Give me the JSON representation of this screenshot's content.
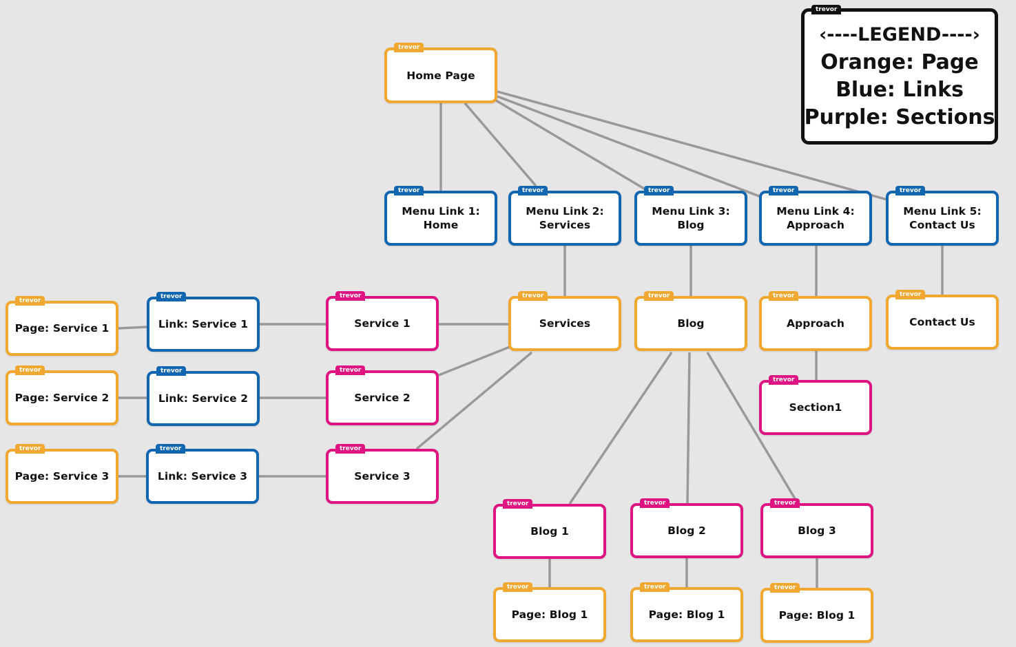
{
  "tag_label": "trevor",
  "colors": {
    "page": "#f0a830",
    "link": "#1166b1",
    "section": "#dd1481",
    "edge": "#999999",
    "background": "#e6e6e6"
  },
  "legend": {
    "title": "‹----LEGEND----›",
    "lines": [
      "Orange: Page",
      "Blue: Links",
      "Purple: Sections"
    ]
  },
  "nodes": [
    {
      "id": "home-page",
      "type": "page",
      "label": "Home Page"
    },
    {
      "id": "menu-link-1",
      "type": "link",
      "label": "Menu Link 1:\nHome"
    },
    {
      "id": "menu-link-2",
      "type": "link",
      "label": "Menu Link 2:\nServices"
    },
    {
      "id": "menu-link-3",
      "type": "link",
      "label": "Menu Link 3:\nBlog"
    },
    {
      "id": "menu-link-4",
      "type": "link",
      "label": "Menu Link 4:\nApproach"
    },
    {
      "id": "menu-link-5",
      "type": "link",
      "label": "Menu Link 5:\nContact Us"
    },
    {
      "id": "services",
      "type": "page",
      "label": "Services"
    },
    {
      "id": "blog",
      "type": "page",
      "label": "Blog"
    },
    {
      "id": "approach",
      "type": "page",
      "label": "Approach"
    },
    {
      "id": "contact-us",
      "type": "page",
      "label": "Contact Us"
    },
    {
      "id": "section1",
      "type": "section",
      "label": "Section1"
    },
    {
      "id": "service-1",
      "type": "section",
      "label": "Service 1"
    },
    {
      "id": "service-2",
      "type": "section",
      "label": "Service 2"
    },
    {
      "id": "service-3",
      "type": "section",
      "label": "Service 3"
    },
    {
      "id": "link-service-1",
      "type": "link",
      "label": "Link: Service 1"
    },
    {
      "id": "link-service-2",
      "type": "link",
      "label": "Link: Service 2"
    },
    {
      "id": "link-service-3",
      "type": "link",
      "label": "Link: Service 3"
    },
    {
      "id": "page-service-1",
      "type": "page",
      "label": "Page: Service 1"
    },
    {
      "id": "page-service-2",
      "type": "page",
      "label": "Page: Service 2"
    },
    {
      "id": "page-service-3",
      "type": "page",
      "label": "Page: Service 3"
    },
    {
      "id": "blog-1",
      "type": "section",
      "label": "Blog 1"
    },
    {
      "id": "blog-2",
      "type": "section",
      "label": "Blog 2"
    },
    {
      "id": "blog-3",
      "type": "section",
      "label": "Blog 3"
    },
    {
      "id": "page-blog-1a",
      "type": "page",
      "label": "Page: Blog 1"
    },
    {
      "id": "page-blog-1b",
      "type": "page",
      "label": "Page: Blog 1"
    },
    {
      "id": "page-blog-1c",
      "type": "page",
      "label": "Page: Blog 1"
    }
  ],
  "edges": [
    [
      "home-page",
      "menu-link-1"
    ],
    [
      "home-page",
      "menu-link-2"
    ],
    [
      "home-page",
      "menu-link-3"
    ],
    [
      "home-page",
      "menu-link-4"
    ],
    [
      "home-page",
      "menu-link-5"
    ],
    [
      "menu-link-2",
      "services"
    ],
    [
      "menu-link-3",
      "blog"
    ],
    [
      "menu-link-4",
      "approach"
    ],
    [
      "menu-link-5",
      "contact-us"
    ],
    [
      "approach",
      "section1"
    ],
    [
      "services",
      "service-1"
    ],
    [
      "services",
      "service-2"
    ],
    [
      "services",
      "service-3"
    ],
    [
      "service-1",
      "link-service-1"
    ],
    [
      "service-2",
      "link-service-2"
    ],
    [
      "service-3",
      "link-service-3"
    ],
    [
      "link-service-1",
      "page-service-1"
    ],
    [
      "link-service-2",
      "page-service-2"
    ],
    [
      "link-service-3",
      "page-service-3"
    ],
    [
      "blog",
      "blog-1"
    ],
    [
      "blog",
      "blog-2"
    ],
    [
      "blog",
      "blog-3"
    ],
    [
      "blog-1",
      "page-blog-1a"
    ],
    [
      "blog-2",
      "page-blog-1b"
    ],
    [
      "blog-3",
      "page-blog-1c"
    ]
  ]
}
